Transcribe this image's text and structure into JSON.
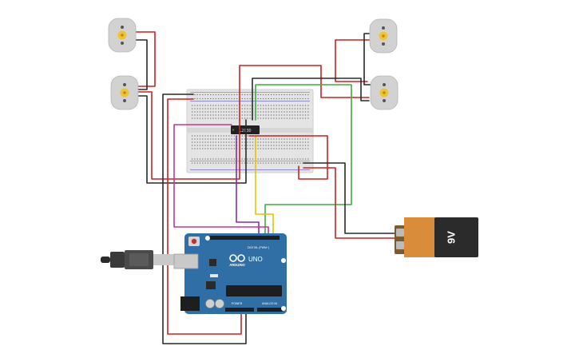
{
  "colors": {
    "background": "#ffffff",
    "wire_red": "#d21f1f",
    "wire_black": "#2a2a2a",
    "wire_green": "#3fae3f",
    "wire_yellow": "#e5c400",
    "wire_purple": "#8a2aa6",
    "wire_magenta": "#c8368a",
    "arduino_board": "#2f6fa6",
    "breadboard": "#e4e4e4",
    "battery_body": "#2b2b2b",
    "battery_cap": "#d98c3a",
    "motor_body": "#d2d2d2",
    "motor_shaft": "#f2c230"
  },
  "components": {
    "arduino": {
      "brand_text": "UNO",
      "logo_text": "ARDUINO",
      "digital_label": "DIGITAL (PWM~)",
      "power_label": "POWER",
      "analog_label": "ANALOG IN"
    },
    "battery": {
      "label": "9V"
    },
    "driver_chip": {
      "label": "L293D"
    },
    "motors": [
      {
        "name": "motor-top-left"
      },
      {
        "name": "motor-mid-left"
      },
      {
        "name": "motor-top-right"
      },
      {
        "name": "motor-mid-right"
      }
    ],
    "usb_cable": {
      "icon": "usb-plug-icon"
    }
  }
}
